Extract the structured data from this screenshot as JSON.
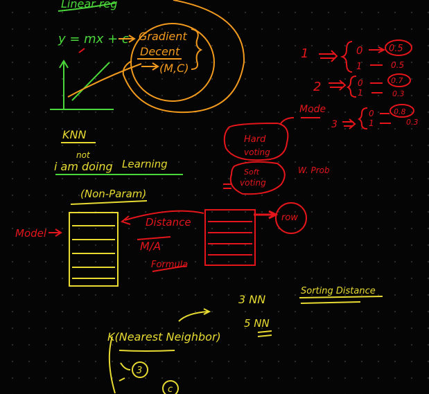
{
  "colors": {
    "background": "#050505",
    "grid_dot": "#2b2b2b",
    "yellow": "#e8dc33",
    "green": "#4bd83a",
    "orange": "#f19a1e",
    "red": "#e5161b"
  },
  "top_left": {
    "heading": "Linear reg",
    "equation": "y = mx + c",
    "gradient_line1": "Gradient",
    "gradient_line2": "Decent",
    "gradient_params": "(M,C)"
  },
  "knn": {
    "title": "KNN",
    "not_word": "not",
    "phrase_part1": "i am doing",
    "phrase_part2": "Learning",
    "non_param": "(Non-Param)",
    "model_label": "Model"
  },
  "middle_notes": {
    "distance": "Distance",
    "mia": "M/A",
    "formula": "Formula",
    "row": "row"
  },
  "voting": {
    "hard_line1": "Hard",
    "hard_line2": "voting",
    "soft_line1": "Soft",
    "soft_line2": "voting",
    "prob": "W. Prob",
    "mode": "Mode"
  },
  "right_lists": {
    "row1_label": "1",
    "row1_items": [
      "0",
      "1"
    ],
    "row1_values": [
      "0.5",
      "0.5"
    ],
    "row2_label": "2",
    "row2_items": [
      "0",
      "1"
    ],
    "row2_values": [
      "0.7",
      "0.3"
    ],
    "row3_label": "3",
    "row3_items": [
      "0",
      "1"
    ],
    "row3_values": [
      "0.8",
      "0.3"
    ]
  },
  "bottom": {
    "three_nn": "3 NN",
    "five_nn": "5 NN",
    "sorting": "Sorting Distance",
    "k_nearest": "K(Nearest Neighbor)",
    "k_value": "3",
    "c_value": "c"
  }
}
